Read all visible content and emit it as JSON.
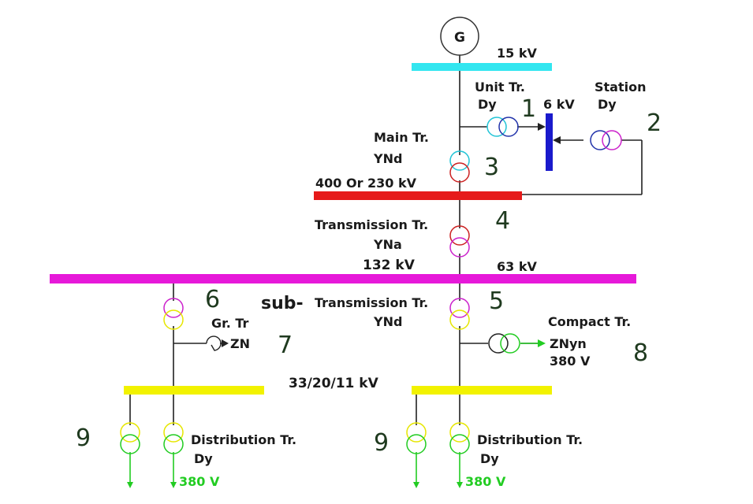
{
  "diagram": {
    "generator": "G",
    "buses": {
      "gen_bus": "15 kV",
      "aux_bus": "6 kV",
      "hv_bus": "400 Or 230 kV",
      "subtrans_left": "132 kV",
      "subtrans_right": "63  kV",
      "dist_bus": "33/20/11 kV"
    },
    "transformers": {
      "unit": {
        "name": "Unit Tr.",
        "vector": "Dy",
        "number": "1"
      },
      "station": {
        "name": "Station",
        "vector": "Dy",
        "number": "2"
      },
      "main": {
        "name": "Main Tr.",
        "vector": "YNd",
        "number": "3"
      },
      "transmission": {
        "name": "Transmission Tr.",
        "vector": "YNa",
        "number": "4"
      },
      "subtransmission": {
        "prefix": "sub-",
        "name": "Transmission Tr.",
        "vector": "YNd",
        "number": "5"
      },
      "left_feeder": {
        "number": "6"
      },
      "grounding": {
        "name": "Gr. Tr",
        "vector": "ZN",
        "number": "7"
      },
      "compact": {
        "name": "Compact Tr.",
        "vector": "ZNyn",
        "voltage": "380 V",
        "number": "8"
      },
      "dist_left": {
        "name": "Distribution Tr.",
        "vector": "Dy",
        "voltage": "380 V",
        "number": "9"
      },
      "dist_right": {
        "name": "Distribution Tr.",
        "vector": "Dy",
        "voltage": "380 V",
        "number": "9"
      }
    },
    "colors": {
      "gen_bus": "#33e6f0",
      "hv_bus": "#e61a1a",
      "subtrans_bus": "#e619d9",
      "dist_bus": "#f2f200",
      "aux_bus": "#1a1acc",
      "low_voltage": "#22cc22"
    }
  }
}
